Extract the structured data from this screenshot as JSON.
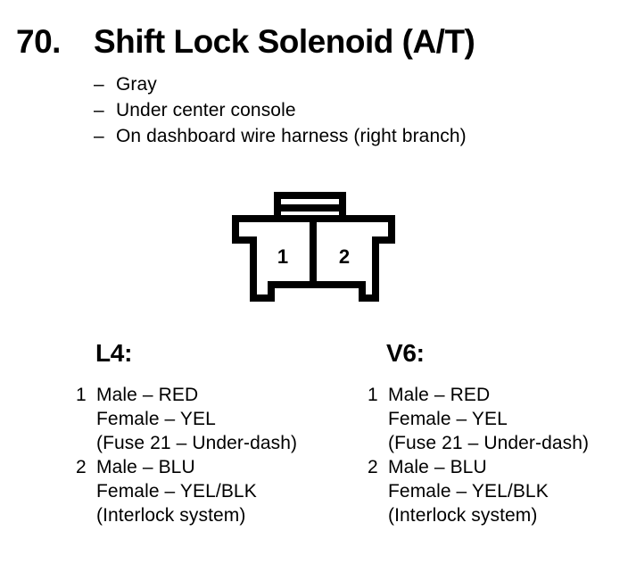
{
  "page": {
    "number": "70.",
    "title": "Shift Lock Solenoid (A/T)",
    "bullet_dash": "–",
    "bullets": [
      "Gray",
      "Under center console",
      "On dashboard wire harness (right branch)"
    ]
  },
  "connector": {
    "pins": [
      "1",
      "2"
    ]
  },
  "columns": [
    {
      "heading": "L4:",
      "items": [
        {
          "num": "1",
          "lines": [
            "Male – RED",
            "Female – YEL",
            "(Fuse 21 – Under-dash)"
          ]
        },
        {
          "num": "2",
          "lines": [
            "Male – BLU",
            "Female – YEL/BLK",
            "(Interlock system)"
          ]
        }
      ]
    },
    {
      "heading": "V6:",
      "items": [
        {
          "num": "1",
          "lines": [
            "Male – RED",
            "Female – YEL",
            "(Fuse 21 – Under-dash)"
          ]
        },
        {
          "num": "2",
          "lines": [
            "Male – BLU",
            "Female – YEL/BLK",
            "(Interlock system)"
          ]
        }
      ]
    }
  ]
}
